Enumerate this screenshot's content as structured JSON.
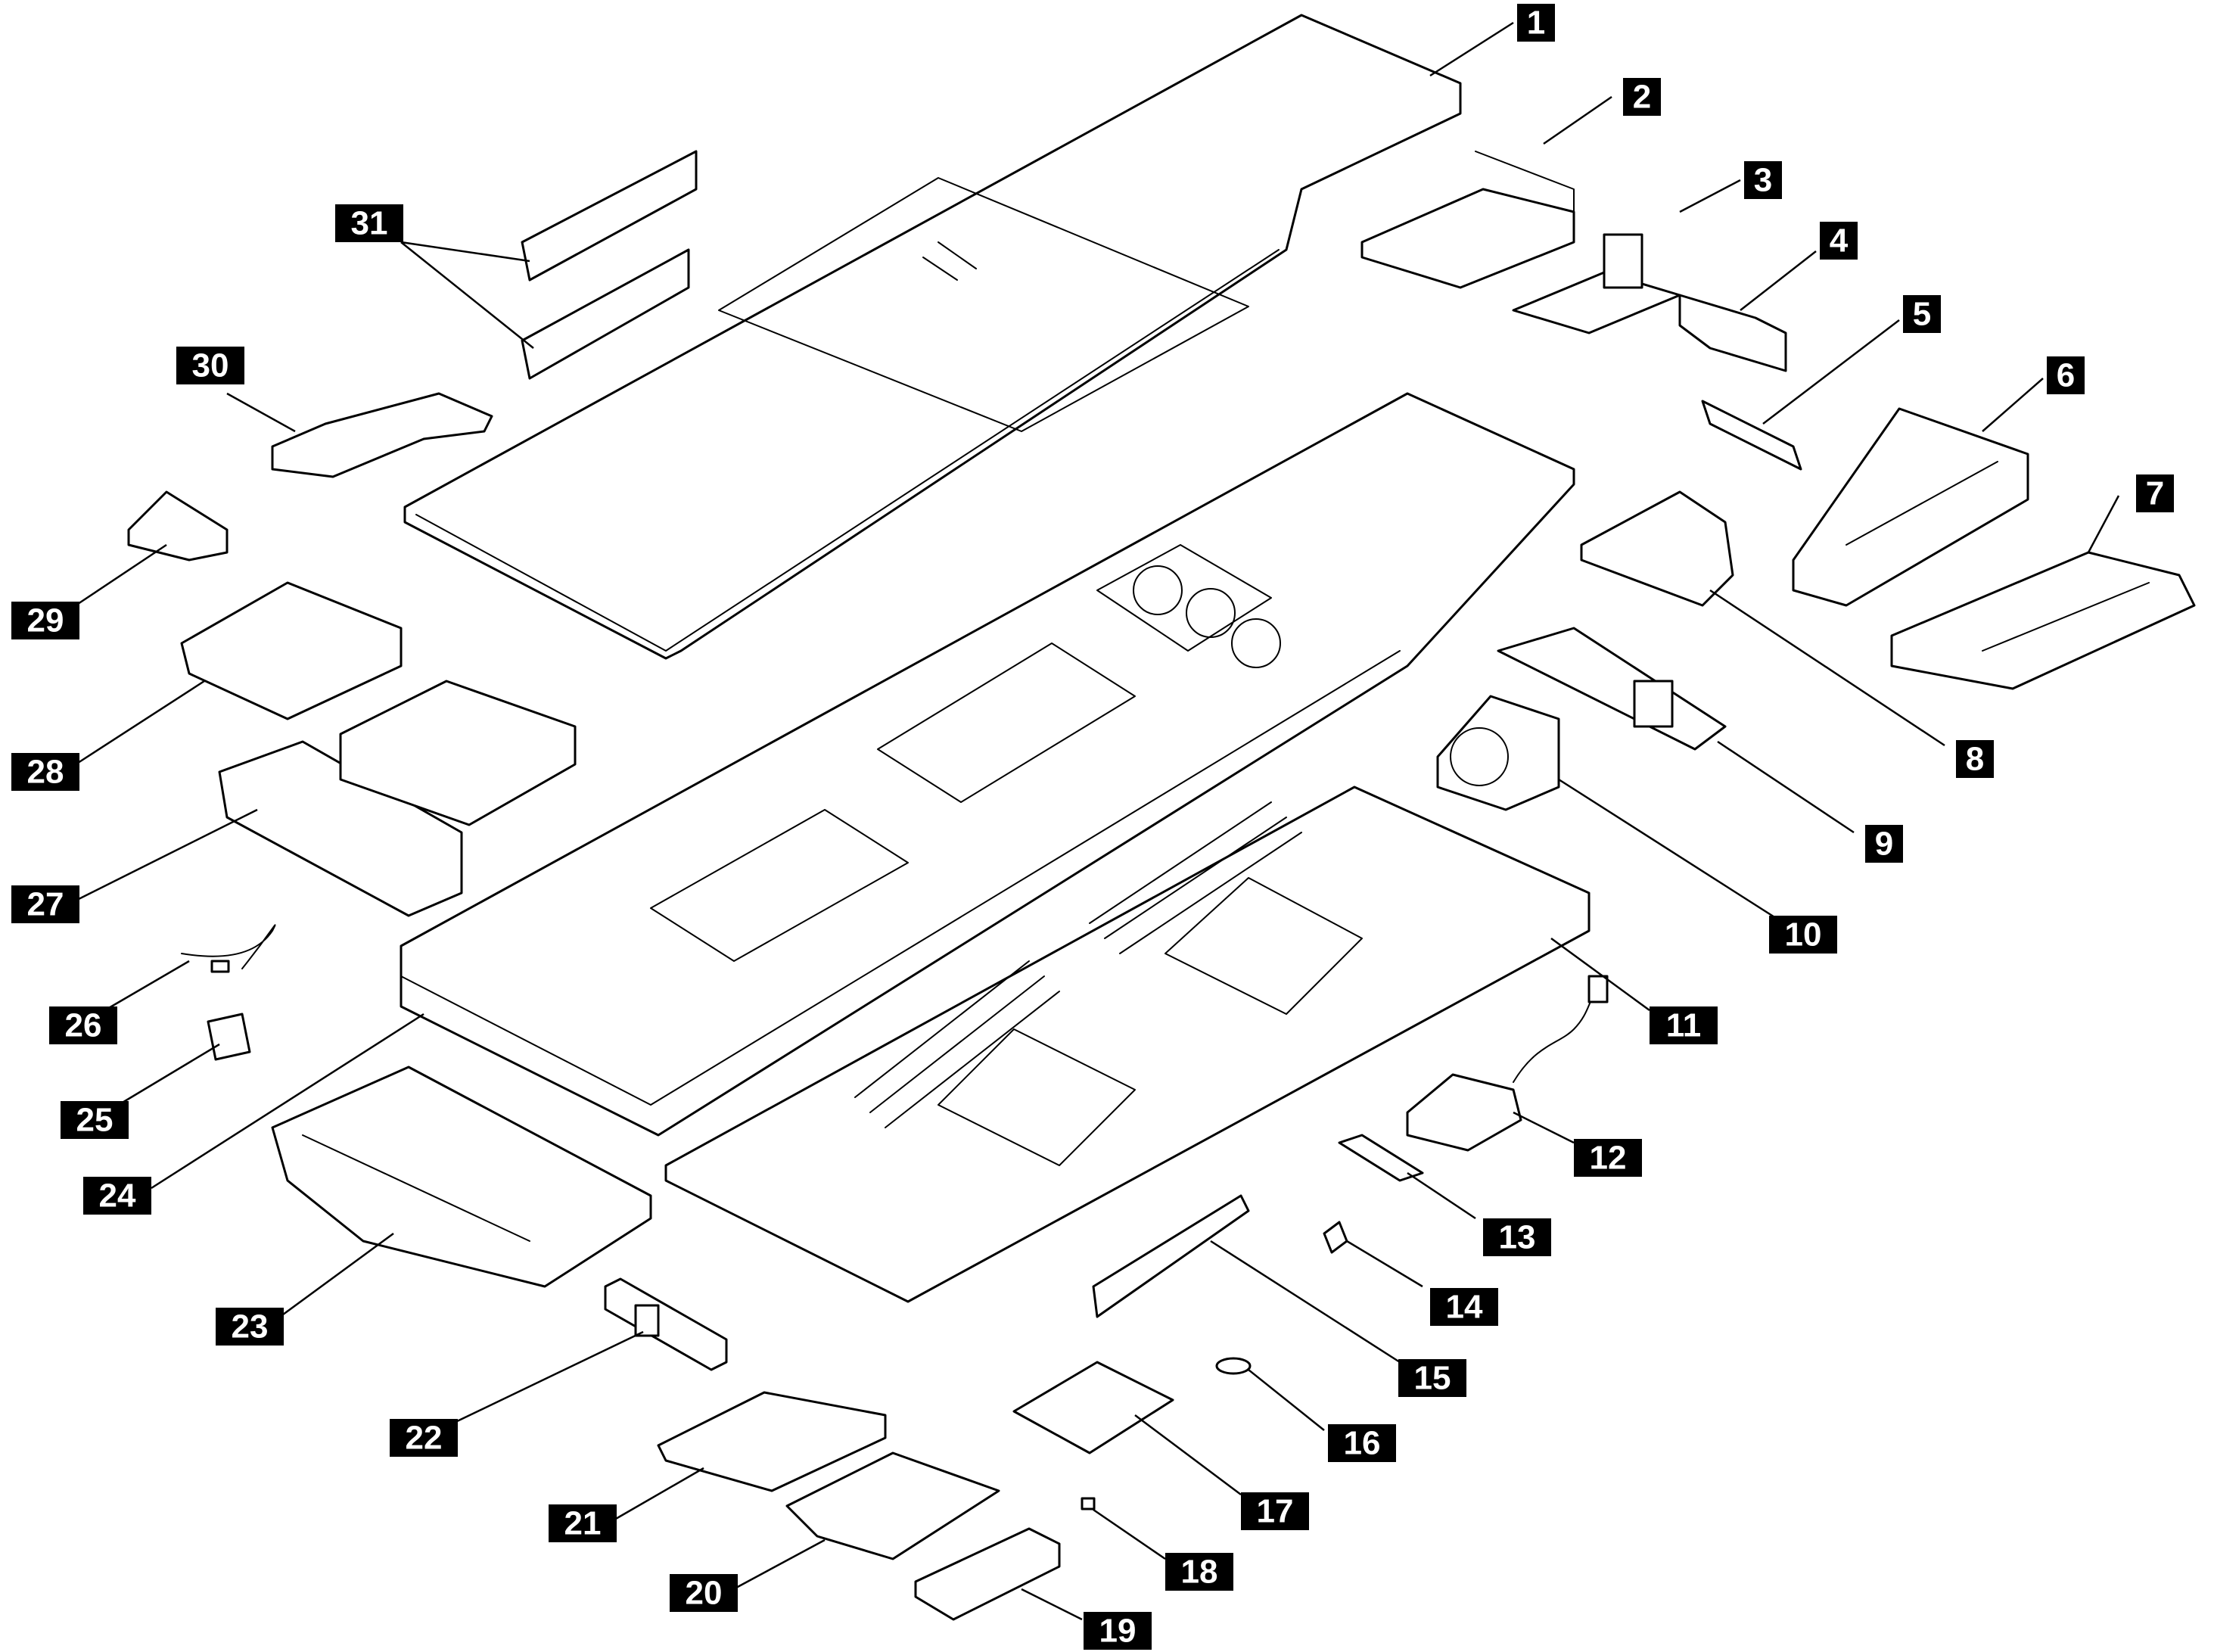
{
  "diagram": {
    "callouts": [
      {
        "id": "c1",
        "label": "1"
      },
      {
        "id": "c2",
        "label": "2"
      },
      {
        "id": "c3",
        "label": "3"
      },
      {
        "id": "c4",
        "label": "4"
      },
      {
        "id": "c5",
        "label": "5"
      },
      {
        "id": "c6",
        "label": "6"
      },
      {
        "id": "c7",
        "label": "7"
      },
      {
        "id": "c8",
        "label": "8"
      },
      {
        "id": "c9",
        "label": "9"
      },
      {
        "id": "c10",
        "label": "10"
      },
      {
        "id": "c11",
        "label": "11"
      },
      {
        "id": "c12",
        "label": "12"
      },
      {
        "id": "c13",
        "label": "13"
      },
      {
        "id": "c14",
        "label": "14"
      },
      {
        "id": "c15",
        "label": "15"
      },
      {
        "id": "c16",
        "label": "16"
      },
      {
        "id": "c17",
        "label": "17"
      },
      {
        "id": "c18",
        "label": "18"
      },
      {
        "id": "c19",
        "label": "19"
      },
      {
        "id": "c20",
        "label": "20"
      },
      {
        "id": "c21",
        "label": "21"
      },
      {
        "id": "c22",
        "label": "22"
      },
      {
        "id": "c23",
        "label": "23"
      },
      {
        "id": "c24",
        "label": "24"
      },
      {
        "id": "c25",
        "label": "25"
      },
      {
        "id": "c26",
        "label": "26"
      },
      {
        "id": "c27",
        "label": "27"
      },
      {
        "id": "c28",
        "label": "28"
      },
      {
        "id": "c29",
        "label": "29"
      },
      {
        "id": "c30",
        "label": "30"
      },
      {
        "id": "c31",
        "label": "31"
      }
    ],
    "colors": {
      "line": "#000000",
      "callout_fill": "#000000",
      "callout_text": "#ffffff",
      "background": "#ffffff"
    }
  }
}
